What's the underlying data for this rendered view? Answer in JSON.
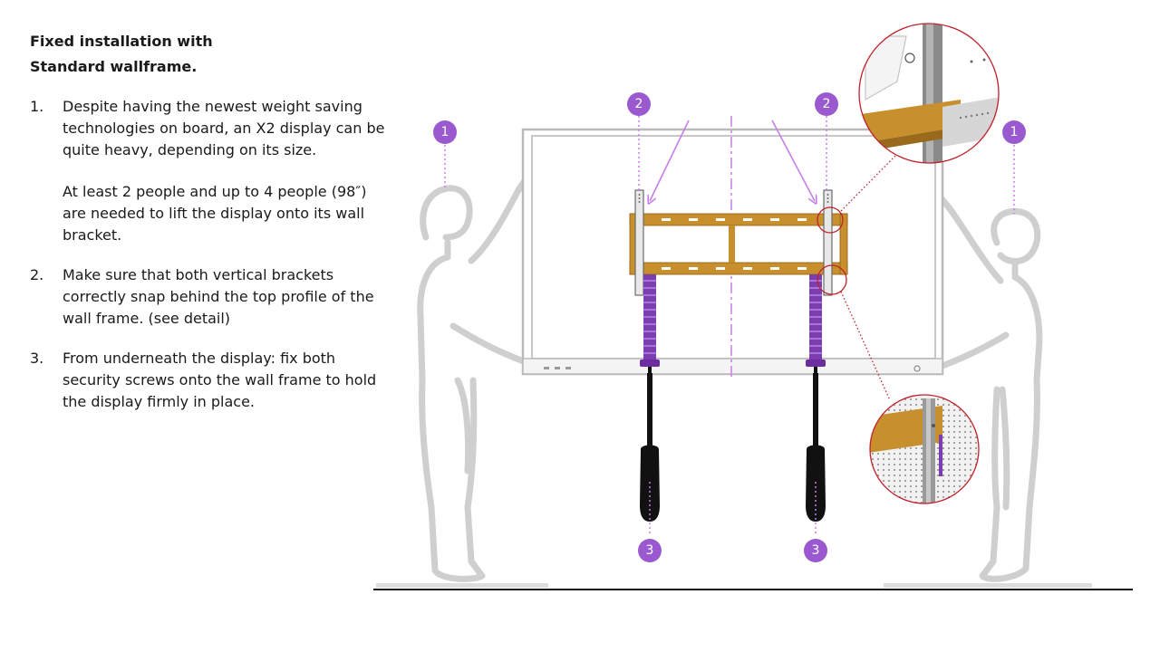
{
  "title": {
    "line1": "Fixed installation with",
    "line2": "Standard wallframe."
  },
  "steps": [
    {
      "number": "1.",
      "text": "Despite having the newest weight saving technologies on board, an X2 display can be quite heavy, depending on its size.",
      "extra": "At least 2 people and up to 4 people (98″) are needed to lift the display onto its wall bracket."
    },
    {
      "number": "2.",
      "text": "Make sure that both vertical brackets correctly snap behind the top profile of the wall frame. (see detail)"
    },
    {
      "number": "3.",
      "text": "From underneath the display: fix both security screws onto the wall frame to hold the display firmly in place."
    }
  ],
  "callouts": {
    "left_person": "1",
    "right_person": "1",
    "left_bracket": "2",
    "right_bracket": "2",
    "left_screw": "3",
    "right_screw": "3"
  },
  "colors": {
    "accent": "#9b59d0",
    "frame": "#c8902c",
    "detail_circle": "#c0202a",
    "person": "#d0d0d0",
    "screwdriver": "#111111"
  }
}
